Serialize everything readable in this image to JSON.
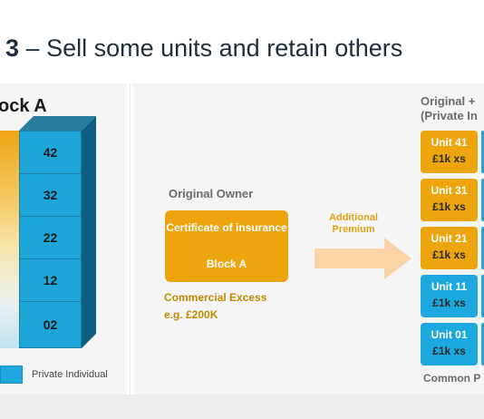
{
  "title": {
    "number": "3",
    "text": "– Sell some units and retain others"
  },
  "block": {
    "label": "ock A",
    "floors": [
      "42",
      "32",
      "22",
      "12",
      "02"
    ]
  },
  "legend": {
    "label": "Private Individual"
  },
  "owner": {
    "label": "Original Owner",
    "certificate_title": "Certificate of insurance",
    "certificate_block": "Block A",
    "excess_label": "Commercial Excess",
    "excess_value": "e.g. £200K"
  },
  "premium": {
    "label": "Additional Premium"
  },
  "right_header": {
    "line1": "Original +",
    "line2": "(Private In"
  },
  "units": [
    {
      "name": "Unit 41",
      "excess": "£1k xs",
      "type": "gold"
    },
    {
      "name": "Unit 31",
      "excess": "£1k xs",
      "type": "gold"
    },
    {
      "name": "Unit 21",
      "excess": "£1k xs",
      "type": "gold"
    },
    {
      "name": "Unit 11",
      "excess": "£1k xs",
      "type": "blue"
    },
    {
      "name": "Unit 01",
      "excess": "£1k xs",
      "type": "blue"
    }
  ],
  "common_label": "Common P",
  "colors": {
    "gold": "#eda50e",
    "blue": "#1ea8e0",
    "dark_blue": "#0f5d80"
  }
}
